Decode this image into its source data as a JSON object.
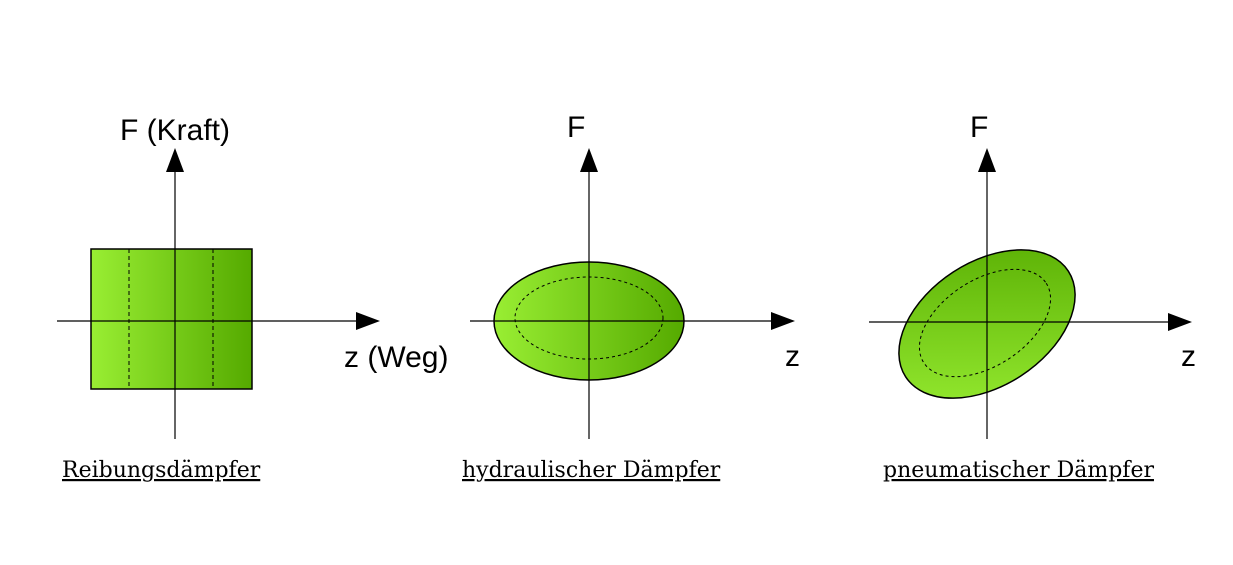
{
  "colors": {
    "fill_light": "#99ee33",
    "fill_dark": "#55aa00",
    "stroke": "#000000"
  },
  "panels": [
    {
      "shape": "rectangle",
      "y_axis_label": "F (Kraft)",
      "x_axis_label": "z (Weg)",
      "caption": "Reibungsdämpfer"
    },
    {
      "shape": "ellipse",
      "y_axis_label": "F",
      "x_axis_label": "z",
      "caption": "hydraulischer Dämpfer"
    },
    {
      "shape": "tilted-ellipse",
      "y_axis_label": "F",
      "x_axis_label": "z",
      "caption": "pneumatischer Dämpfer"
    }
  ]
}
